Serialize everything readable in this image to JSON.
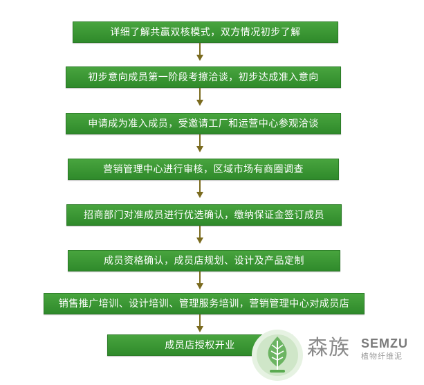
{
  "steps": [
    "详细了解共赢双核模式，双方情况初步了解",
    "初步意向成员第一阶段考擦洽谈，初步达成准入意向",
    "申请成为准入成员，受邀请工厂和运营中心参观洽谈",
    "营销管理中心进行审核，区域市场有商圈调查",
    "招商部门对准成员进行优选确认，缴纳保证金签订成员",
    "成员资格确认，成员店规划、设计及产品定制",
    "销售推广培训、设计培训、管理服务培训，营销管理中心对成员店",
    "成员店授权开业"
  ],
  "brand": {
    "name_cn": "森族",
    "name_en": "SEMZU",
    "tagline": "植物纤维泥"
  },
  "colors": {
    "step_fill": "#3a9834",
    "arrow": "#7a6a1e",
    "logo_green": "#5aaa50"
  }
}
